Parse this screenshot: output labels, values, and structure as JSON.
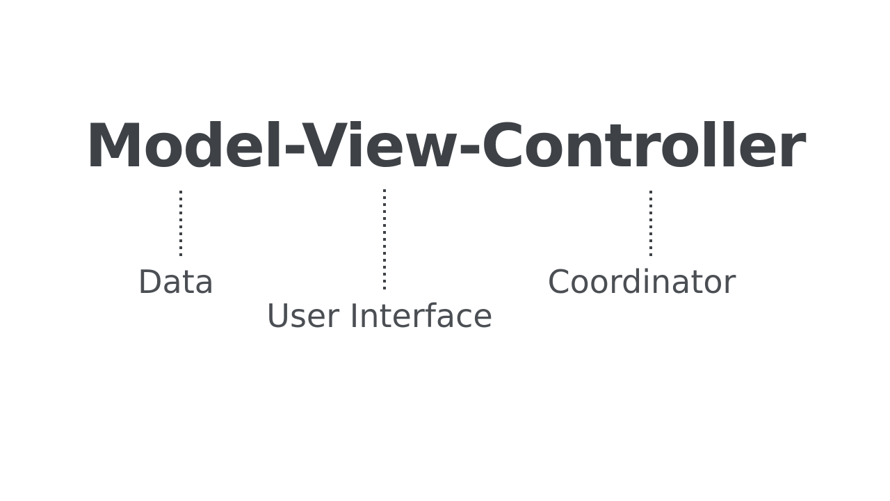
{
  "diagram": {
    "title": "Model-View-Controller",
    "annotations": [
      {
        "component": "Model",
        "label": "Data"
      },
      {
        "component": "View",
        "label": "User Interface"
      },
      {
        "component": "Controller",
        "label": "Coordinator"
      }
    ]
  },
  "colors": {
    "background": "#ffffff",
    "title": "#3e4247",
    "label": "#4b4f54",
    "connector_dot": "#3f4347"
  }
}
